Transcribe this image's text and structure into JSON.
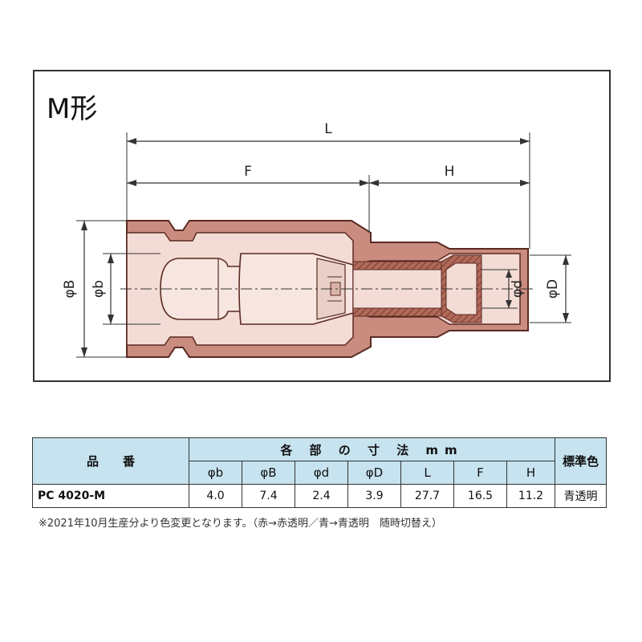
{
  "diagram": {
    "title": "M形",
    "dim_labels": {
      "L": "L",
      "F": "F",
      "H": "H",
      "phiB": "φB",
      "phib": "φb",
      "phid": "φd",
      "phiD": "φD"
    }
  },
  "table": {
    "part_header": "品　　番",
    "dims_header": "各 部 の 寸 法 mm",
    "color_header": "標準色",
    "columns": [
      "φb",
      "φB",
      "φd",
      "φD",
      "L",
      "F",
      "H"
    ],
    "rows": [
      {
        "part": "PC 4020-M",
        "values": [
          "4.0",
          "7.4",
          "2.4",
          "3.9",
          "27.7",
          "16.5",
          "11.2"
        ],
        "color": "青透明"
      }
    ]
  },
  "note": "※2021年10月生産分より色変更となります。（赤→赤透明／青→青透明　随時切替え）"
}
